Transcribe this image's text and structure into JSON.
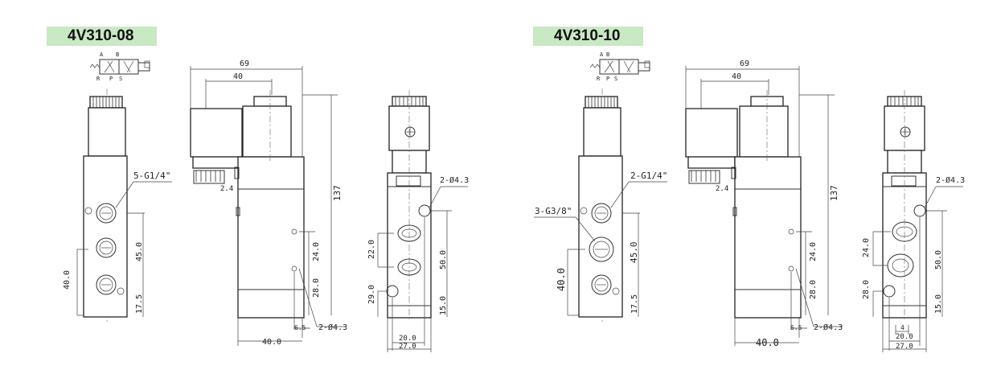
{
  "models": [
    {
      "name": "4V310-08",
      "accent": "#c9e8c4",
      "symbol_ports": [
        "A",
        "B",
        "R",
        "P",
        "S"
      ],
      "front": {
        "port_thread": "5-G1/4\"",
        "dim_40": "40.0",
        "dim_45": "45.0",
        "dim_17": "17.5"
      },
      "side": {
        "top_width": "69",
        "coil_width": "40",
        "height": "137",
        "offset": "2.4",
        "dim_24": "24.0",
        "dim_28": "28.0",
        "dim_65": "6.5",
        "hole": "2-Ø4.3",
        "base_width": "40.0"
      },
      "end": {
        "hole": "2-Ø4.3",
        "dim_22": "22.0",
        "dim_50": "50.0",
        "dim_29": "29.0",
        "dim_15": "15.0",
        "dim_20": "20.0",
        "dim_27": "27.0"
      }
    },
    {
      "name": "4V310-10",
      "accent": "#c9e8c4",
      "symbol_ports": [
        "A",
        "B",
        "R",
        "P",
        "S"
      ],
      "front": {
        "port_thread": "2-G1/4\"",
        "port_thread_2": "3-G3/8\"",
        "dim_40": "40.0",
        "dim_45": "45.0",
        "dim_17": "17.5"
      },
      "side": {
        "top_width": "69",
        "coil_width": "40",
        "height": "137",
        "offset": "2.4",
        "dim_24": "24.0",
        "dim_28": "28.0",
        "dim_65": "6.5",
        "hole": "2-Ø4.3",
        "base_width": "40.0"
      },
      "end": {
        "hole": "2-Ø4.3",
        "dim_24": "24.0",
        "dim_50": "50.0",
        "dim_28": "28.0",
        "dim_15": "15.0",
        "dim_4": "4",
        "dim_20": "20.0",
        "dim_27": "27.0"
      }
    }
  ]
}
